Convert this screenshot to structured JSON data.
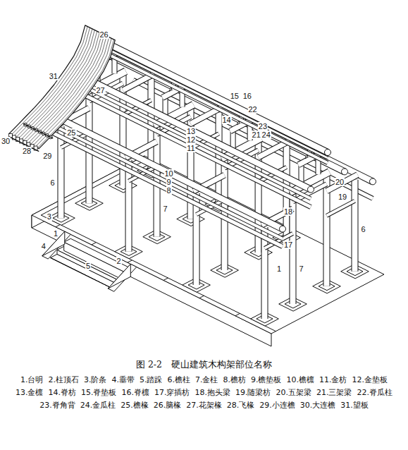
{
  "diagram": {
    "caption": "图 2-2　硬山建筑木构架部位名称",
    "labels": [
      "26",
      "31",
      "27",
      "15",
      "16",
      "14",
      "30",
      "28",
      "29",
      "25",
      "22",
      "23",
      "21",
      "24",
      "20",
      "19",
      "13",
      "12",
      "11",
      "10",
      "9",
      "8",
      "18",
      "17",
      "3",
      "2",
      "1",
      "4",
      "5",
      "6",
      "7",
      "7",
      "1",
      "6",
      "1.台明",
      "2.柱顶石",
      "3.阶条",
      "4.垂带",
      "5.踏跺",
      "6.檐柱",
      "7.金柱",
      "8.檐枋",
      "9.檐垫板",
      "10.檐檩",
      "11.金枋",
      "12.金垫板",
      "13.金檩",
      "14.脊枋",
      "15.脊垫板",
      "16.脊檩",
      "17.穿插枋",
      "18.抱头梁",
      "19.随梁枋",
      "20.五架梁",
      "21.三架梁",
      "22.脊瓜柱",
      "23.脊角背",
      "24.金瓜柱",
      "25.檐椽",
      "26.脑椽",
      "27.花架椽",
      "28.飞椽",
      "29.小连檐",
      "30.大连檐",
      "31.望板"
    ]
  }
}
